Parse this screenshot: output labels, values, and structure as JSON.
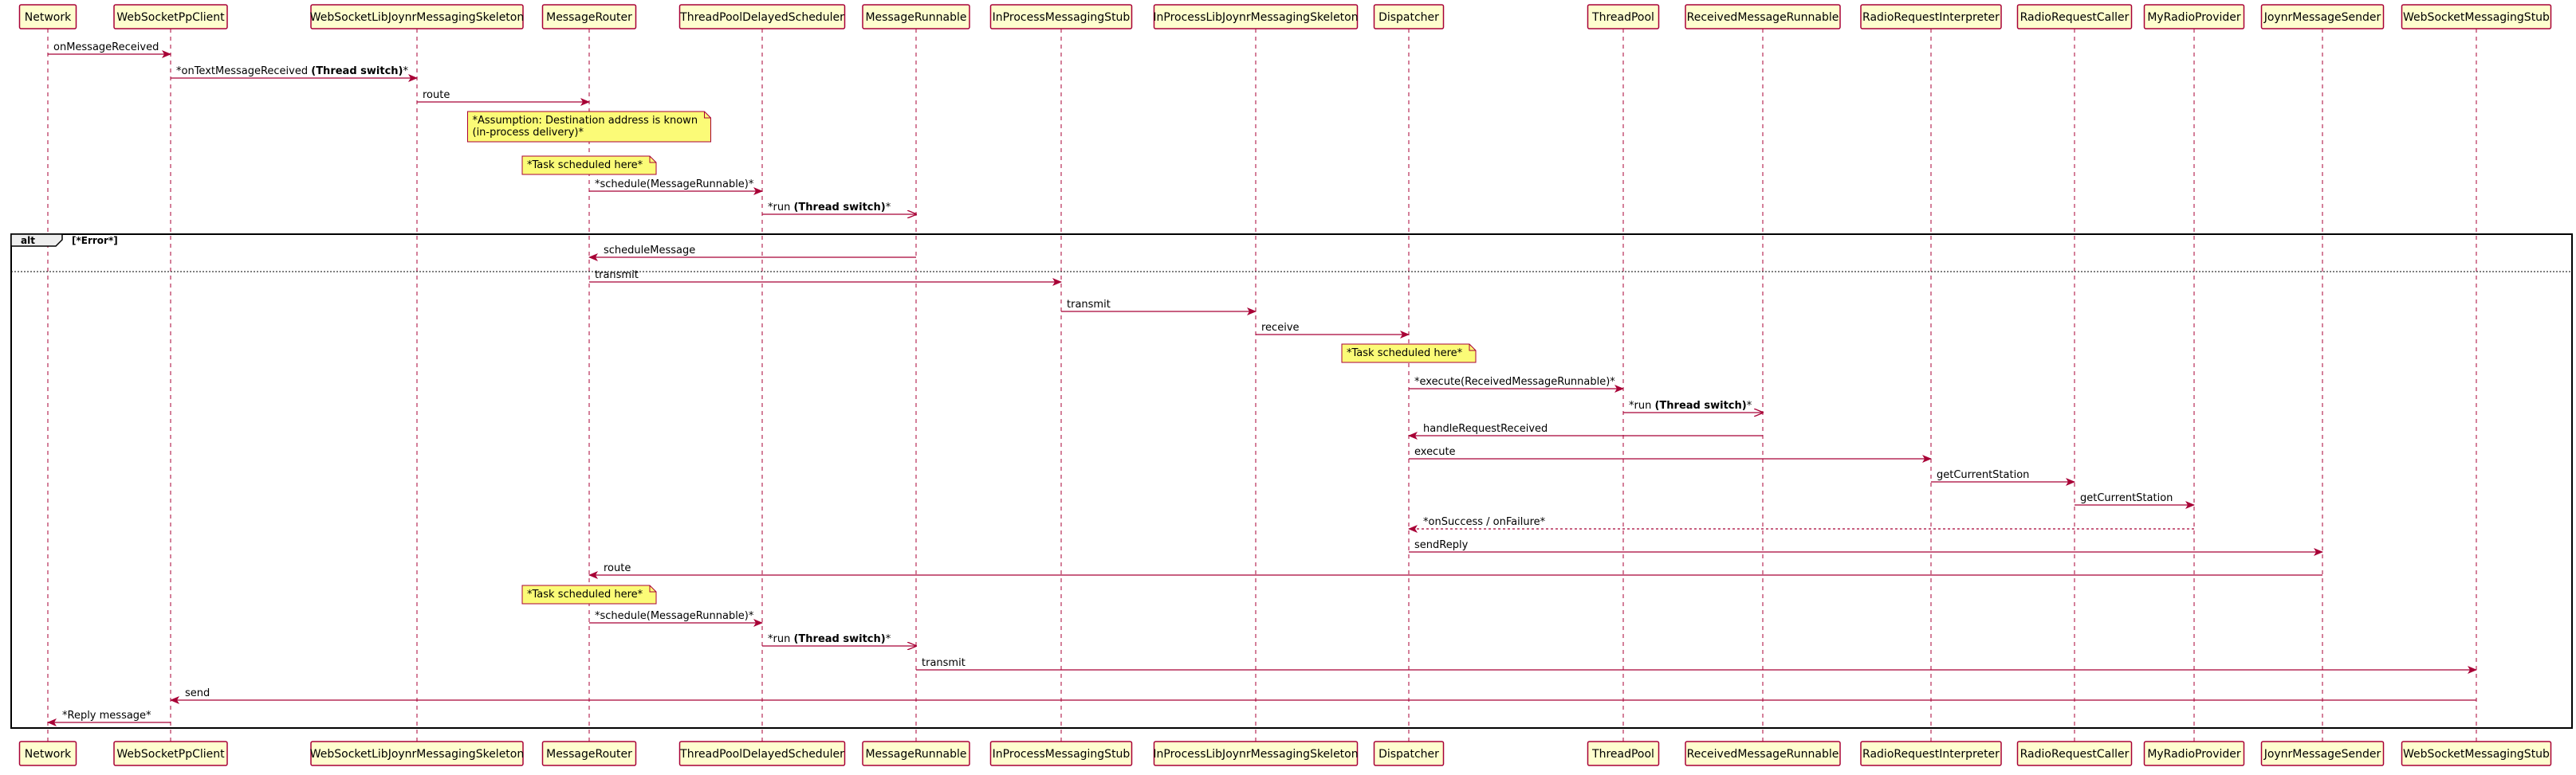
{
  "diagram": {
    "participants": [
      {
        "id": "network",
        "label": "Network"
      },
      {
        "id": "ws_pp_client",
        "label": "WebSocketPpClient"
      },
      {
        "id": "ws_skel",
        "label": "WebSocketLibJoynrMessagingSkeleton"
      },
      {
        "id": "msg_router",
        "label": "MessageRouter"
      },
      {
        "id": "tp_sched",
        "label": "ThreadPoolDelayedScheduler"
      },
      {
        "id": "msg_runnable",
        "label": "MessageRunnable"
      },
      {
        "id": "inproc_stub",
        "label": "InProcessMessagingStub"
      },
      {
        "id": "inproc_skel",
        "label": "InProcessLibJoynrMessagingSkeleton"
      },
      {
        "id": "dispatcher",
        "label": "Dispatcher"
      },
      {
        "id": "thread_pool",
        "label": "ThreadPool"
      },
      {
        "id": "recv_runnable",
        "label": "ReceivedMessageRunnable"
      },
      {
        "id": "radio_interp",
        "label": "RadioRequestInterpreter"
      },
      {
        "id": "radio_caller",
        "label": "RadioRequestCaller"
      },
      {
        "id": "radio_provider",
        "label": "MyRadioProvider"
      },
      {
        "id": "joynr_sender",
        "label": "JoynrMessageSender"
      },
      {
        "id": "ws_stub",
        "label": "WebSocketMessagingStub"
      }
    ],
    "events": [
      {
        "kind": "msg",
        "from": "network",
        "to": "ws_pp_client",
        "parts": [
          {
            "t": "onMessageReceived"
          }
        ]
      },
      {
        "kind": "msg",
        "from": "ws_pp_client",
        "to": "ws_skel",
        "parts": [
          {
            "t": "*onTextMessageReceived "
          },
          {
            "t": "(Thread switch)",
            "b": true
          },
          {
            "t": "*"
          }
        ]
      },
      {
        "kind": "msg",
        "from": "ws_skel",
        "to": "msg_router",
        "parts": [
          {
            "t": "route"
          }
        ]
      },
      {
        "kind": "note",
        "over": "msg_router",
        "lines": [
          "*Assumption: Destination address is known",
          "(in-process delivery)*"
        ]
      },
      {
        "kind": "note",
        "over": "msg_router",
        "lines": [
          "*Task scheduled here*"
        ]
      },
      {
        "kind": "msg",
        "from": "msg_router",
        "to": "tp_sched",
        "parts": [
          {
            "t": "*schedule(MessageRunnable)*"
          }
        ]
      },
      {
        "kind": "msg",
        "from": "tp_sched",
        "to": "msg_runnable",
        "async": true,
        "parts": [
          {
            "t": "*run "
          },
          {
            "t": "(Thread switch)",
            "b": true
          },
          {
            "t": "*"
          }
        ]
      },
      {
        "kind": "alt_start",
        "label": "alt",
        "guard": "[*Error*]"
      },
      {
        "kind": "msg",
        "from": "msg_runnable",
        "to": "msg_router",
        "parts": [
          {
            "t": "scheduleMessage"
          }
        ]
      },
      {
        "kind": "alt_else"
      },
      {
        "kind": "msg",
        "from": "msg_router",
        "to": "inproc_stub",
        "parts": [
          {
            "t": "transmit"
          }
        ]
      },
      {
        "kind": "msg",
        "from": "inproc_stub",
        "to": "inproc_skel",
        "parts": [
          {
            "t": "transmit"
          }
        ]
      },
      {
        "kind": "msg",
        "from": "inproc_skel",
        "to": "dispatcher",
        "parts": [
          {
            "t": "receive"
          }
        ]
      },
      {
        "kind": "note",
        "over": "dispatcher",
        "lines": [
          "*Task scheduled here*"
        ]
      },
      {
        "kind": "msg",
        "from": "dispatcher",
        "to": "thread_pool",
        "parts": [
          {
            "t": "*execute(ReceivedMessageRunnable)*"
          }
        ]
      },
      {
        "kind": "msg",
        "from": "thread_pool",
        "to": "recv_runnable",
        "async": true,
        "parts": [
          {
            "t": "*run "
          },
          {
            "t": "(Thread switch)",
            "b": true
          },
          {
            "t": "*"
          }
        ]
      },
      {
        "kind": "msg",
        "from": "recv_runnable",
        "to": "dispatcher",
        "parts": [
          {
            "t": "handleRequestReceived"
          }
        ]
      },
      {
        "kind": "msg",
        "from": "dispatcher",
        "to": "radio_interp",
        "parts": [
          {
            "t": "execute"
          }
        ]
      },
      {
        "kind": "msg",
        "from": "radio_interp",
        "to": "radio_caller",
        "parts": [
          {
            "t": "getCurrentStation"
          }
        ]
      },
      {
        "kind": "msg",
        "from": "radio_caller",
        "to": "radio_provider",
        "parts": [
          {
            "t": "getCurrentStation"
          }
        ]
      },
      {
        "kind": "msg",
        "from": "radio_provider",
        "to": "dispatcher",
        "dashed": true,
        "parts": [
          {
            "t": "*onSuccess / onFailure*"
          }
        ]
      },
      {
        "kind": "msg",
        "from": "dispatcher",
        "to": "joynr_sender",
        "parts": [
          {
            "t": "sendReply"
          }
        ]
      },
      {
        "kind": "msg",
        "from": "joynr_sender",
        "to": "msg_router",
        "parts": [
          {
            "t": "route"
          }
        ]
      },
      {
        "kind": "note",
        "over": "msg_router",
        "lines": [
          "*Task scheduled here*"
        ]
      },
      {
        "kind": "msg",
        "from": "msg_router",
        "to": "tp_sched",
        "parts": [
          {
            "t": "*schedule(MessageRunnable)*"
          }
        ]
      },
      {
        "kind": "msg",
        "from": "tp_sched",
        "to": "msg_runnable",
        "async": true,
        "parts": [
          {
            "t": "*run "
          },
          {
            "t": "(Thread switch)",
            "b": true
          },
          {
            "t": "*"
          }
        ]
      },
      {
        "kind": "msg",
        "from": "msg_runnable",
        "to": "ws_stub",
        "parts": [
          {
            "t": "transmit"
          }
        ]
      },
      {
        "kind": "msg",
        "from": "ws_stub",
        "to": "ws_pp_client",
        "parts": [
          {
            "t": "send"
          }
        ]
      },
      {
        "kind": "msg",
        "from": "ws_pp_client",
        "to": "network",
        "parts": [
          {
            "t": "*Reply message*"
          }
        ]
      },
      {
        "kind": "alt_end"
      }
    ]
  },
  "colors": {
    "participant_fill": "#FEFECE",
    "participant_border": "#A80036",
    "arrow": "#A80036",
    "note_fill": "#FBFB77",
    "note_border": "#A80036",
    "frame_border": "#000000",
    "frame_label_fill": "#EEEEEE"
  }
}
